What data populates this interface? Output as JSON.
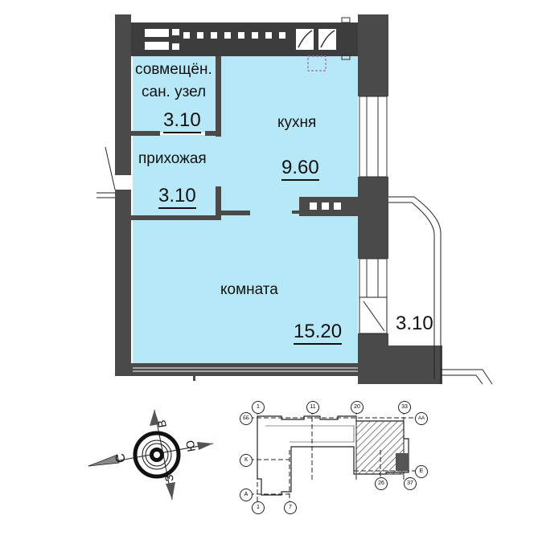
{
  "rooms": {
    "bathroom": {
      "name_line1": "совмещён.",
      "name_line2": "сан. узел",
      "area": "3.10"
    },
    "hallway": {
      "name": "прихожая",
      "area": "3.10"
    },
    "kitchen": {
      "name": "кухня",
      "area": "9.60"
    },
    "living_room": {
      "name": "комната",
      "area": "15.20"
    },
    "balcony": {
      "area": "3.10"
    }
  },
  "compass": {
    "north": "С",
    "east": "В",
    "south": "Ю",
    "west": "З"
  },
  "key_plan": {
    "axis_top": [
      "1",
      "11",
      "20",
      "33"
    ],
    "axis_bottom": [
      "1",
      "7",
      "26",
      "37"
    ],
    "axis_left": [
      "ББ",
      "К",
      "А"
    ],
    "axis_right": [
      "АА",
      "Е"
    ]
  },
  "colors": {
    "room_fill": "#b7e8f7",
    "wall": "#4a4a4a",
    "line": "#222222",
    "highlight_hatch": "#333333"
  }
}
